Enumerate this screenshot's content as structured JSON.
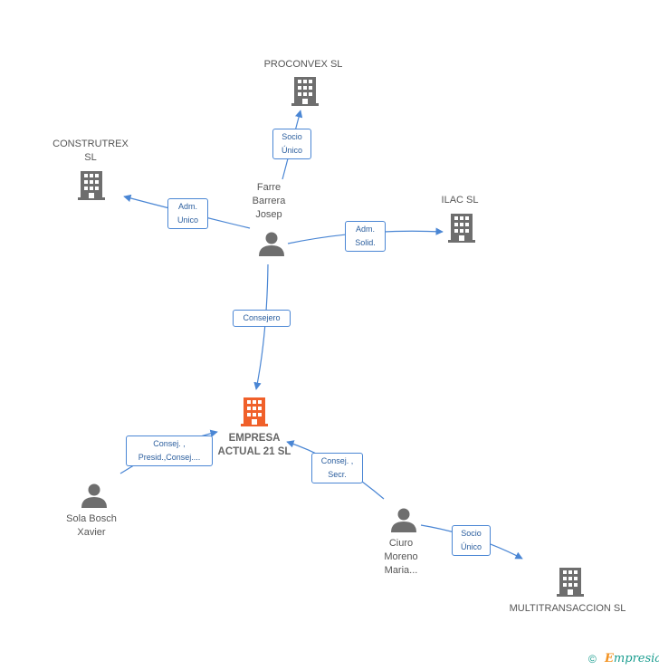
{
  "nodes": {
    "proconvex": {
      "label": "PROCONVEX SL",
      "type": "company"
    },
    "construtrex": {
      "label": "CONSTRUTREX\nSL",
      "type": "company"
    },
    "farre": {
      "label": "Farre\nBarrera\nJosep",
      "type": "person"
    },
    "ilac": {
      "label": "ILAC SL",
      "type": "company"
    },
    "empresa": {
      "label": "EMPRESA\nACTUAL 21 SL",
      "type": "company-main"
    },
    "sola": {
      "label": "Sola Bosch\nXavier",
      "type": "person"
    },
    "ciuro": {
      "label": "Ciuro\nMoreno\nMaria...",
      "type": "person"
    },
    "multi": {
      "label": "MULTITRANSACCION SL",
      "type": "company"
    }
  },
  "edges": {
    "farre_proconvex": "Socio\nÚnico",
    "farre_construtrex": "Adm.\nUnico",
    "farre_ilac": "Adm.\nSolid.",
    "farre_empresa": "Consejero",
    "sola_empresa": "Consej. ,\nPresid.,Consej....",
    "ciuro_empresa": "Consej. ,\nSecr.",
    "ciuro_multi": "Socio\nÚnico"
  },
  "footer": {
    "copyright": "©",
    "brand_initial": "E",
    "brand_rest": "mpresia"
  },
  "colors": {
    "edge": "#4a86d4",
    "icon": "#6e6e6e",
    "main_icon": "#f0602a"
  }
}
